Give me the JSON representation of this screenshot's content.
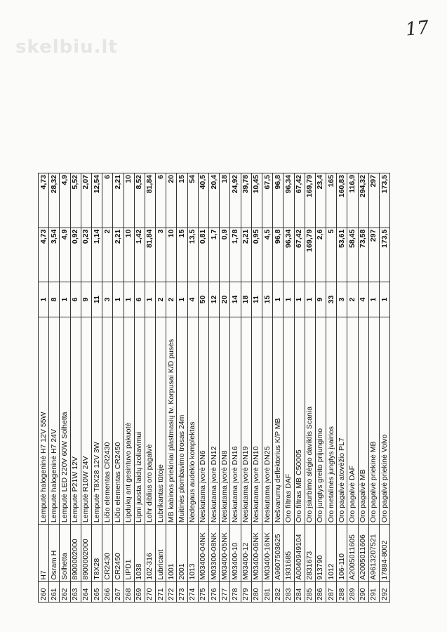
{
  "watermark": "skelbiu.lt",
  "page_number": "17",
  "rows": [
    {
      "nr": "260",
      "code": "H7",
      "name": "Lemputė halogeninė H7 12V 55W",
      "qty": "1",
      "price": "4,73",
      "sum": "4,73"
    },
    {
      "nr": "261",
      "code": "Osram H",
      "name": "Lemputė halogeninė H7 24V",
      "qty": "8",
      "price": "3,54",
      "sum": "28,32"
    },
    {
      "nr": "262",
      "code": "Solhetta",
      "name": "Lemputė LED 220V 60W Solhetta",
      "qty": "1",
      "price": "4,9",
      "sum": "4,9"
    },
    {
      "nr": "263",
      "code": "8900002000",
      "name": "Lemputė P21W 12V",
      "qty": "6",
      "price": "0,92",
      "sum": "5,52"
    },
    {
      "nr": "264",
      "code": "8900002000",
      "name": "Lemputė R10W 24V",
      "qty": "9",
      "price": "0,23",
      "sum": "2,07"
    },
    {
      "nr": "265",
      "code": "T8X28",
      "name": "Lemputė T8X28 12V 3W",
      "qty": "11",
      "price": "1,14",
      "sum": "12,54"
    },
    {
      "nr": "266",
      "code": "CR2430",
      "name": "Ličio elementas CR2430",
      "qty": "3",
      "price": "2",
      "sum": "6"
    },
    {
      "nr": "267",
      "code": "CR2450",
      "name": "Ličio elementas CR2450",
      "qty": "1",
      "price": "2,21",
      "sum": "2,21"
    },
    {
      "nr": "268",
      "code": "LIPD1",
      "name": "Lipdukų ant gesintuvo pakuotė",
      "qty": "1",
      "price": "10",
      "sum": "10"
    },
    {
      "nr": "269",
      "code": "1038",
      "name": "Lipni juosta laidų izoliavimui",
      "qty": "6",
      "price": "1,42",
      "sum": "8,52"
    },
    {
      "nr": "270",
      "code": "102-316",
      "name": "Lohr diblius oro pagalvė",
      "qty": "1",
      "price": "81,84",
      "sum": "81,84"
    },
    {
      "nr": "271",
      "code": "Lubricant",
      "name": "Lubrikantas tūtoje",
      "qty": "2",
      "price": "3",
      "sum": "6"
    },
    {
      "nr": "272",
      "code": "1001",
      "name": "MB kabinos priekiniai plastmasių tv. Korpusai K/D pusės",
      "qty": "2",
      "price": "10",
      "sum": "20"
    },
    {
      "nr": "273",
      "code": "2001",
      "name": "Muitinės plombavimo trosas 24m",
      "qty": "1",
      "price": "15",
      "sum": "15"
    },
    {
      "nr": "274",
      "code": "1013",
      "name": "Nedegaus audeklo komplektas",
      "qty": "4",
      "price": "13,5",
      "sum": "54"
    },
    {
      "nr": "275",
      "code": "M03400-04NK",
      "name": "Neskutama įvorė DN6",
      "qty": "50",
      "price": "0,81",
      "sum": "40,5"
    },
    {
      "nr": "276",
      "code": "M03300-08NK",
      "name": "Neskutama įvorė DN12",
      "qty": "12",
      "price": "1,7",
      "sum": "20,4"
    },
    {
      "nr": "277",
      "code": "M03400-05NK",
      "name": "Neskutama įvorė DN8",
      "qty": "20",
      "price": "0,9",
      "sum": "18"
    },
    {
      "nr": "278",
      "code": "M03400-10",
      "name": "Neskutama įvorė DN16",
      "qty": "14",
      "price": "1,78",
      "sum": "24,92"
    },
    {
      "nr": "279",
      "code": "M03400-12",
      "name": "Neskutama įvorė DN19",
      "qty": "18",
      "price": "2,21",
      "sum": "39,78"
    },
    {
      "nr": "280",
      "code": "M03400-06NK",
      "name": "Neskutama įvorė DN10",
      "qty": "11",
      "price": "0,95",
      "sum": "10,45"
    },
    {
      "nr": "281",
      "code": "M03400-16NK",
      "name": "Neskutama įvorė DN25",
      "qty": "15",
      "price": "4,5",
      "sum": "67,5"
    },
    {
      "nr": "282",
      "code": "A9607503625",
      "name": "Nešvarumų deflektorius K/P MB",
      "qty": "1",
      "price": "96,8",
      "sum": "96,8"
    },
    {
      "nr": "283",
      "code": "1931685",
      "name": "Oro filtras DAF",
      "qty": "1",
      "price": "96,34",
      "sum": "96,34"
    },
    {
      "nr": "284",
      "code": "A0040949104",
      "name": "Oro filtras MB C50005",
      "qty": "1",
      "price": "67,42",
      "sum": "67,42"
    },
    {
      "nr": "285",
      "code": "2831673",
      "name": "Oro įsiurbimo slėgio daviklis Scania",
      "qty": "1",
      "price": "169,79",
      "sum": "169,79"
    },
    {
      "nr": "286",
      "code": "913790",
      "name": "Oro jungtys greito prijungimo",
      "qty": "9",
      "price": "2,6",
      "sum": "23,4"
    },
    {
      "nr": "287",
      "code": "1012",
      "name": "Oro metalinės jungtys įvairios",
      "qty": "33",
      "price": "5",
      "sum": "165"
    },
    {
      "nr": "288",
      "code": "106-110",
      "name": "Oro pagalvė atovėžio PL7",
      "qty": "3",
      "price": "53,61",
      "sum": "160,83"
    },
    {
      "nr": "289",
      "code": "A2005011605",
      "name": "Oro pagalvė DAF",
      "qty": "2",
      "price": "58,45",
      "sum": "116,9"
    },
    {
      "nr": "290",
      "code": "A2005011606",
      "name": "Oro pagalvė MB",
      "qty": "4",
      "price": "73,58",
      "sum": "294,32"
    },
    {
      "nr": "291",
      "code": "A9613207521",
      "name": "Oro pagalvė priekinė MB",
      "qty": "1",
      "price": "297",
      "sum": "297"
    },
    {
      "nr": "292",
      "code": "17884-8002",
      "name": "Oro pagalvė priekinė Volvo",
      "qty": "1",
      "price": "173,5",
      "sum": "173,5"
    }
  ]
}
